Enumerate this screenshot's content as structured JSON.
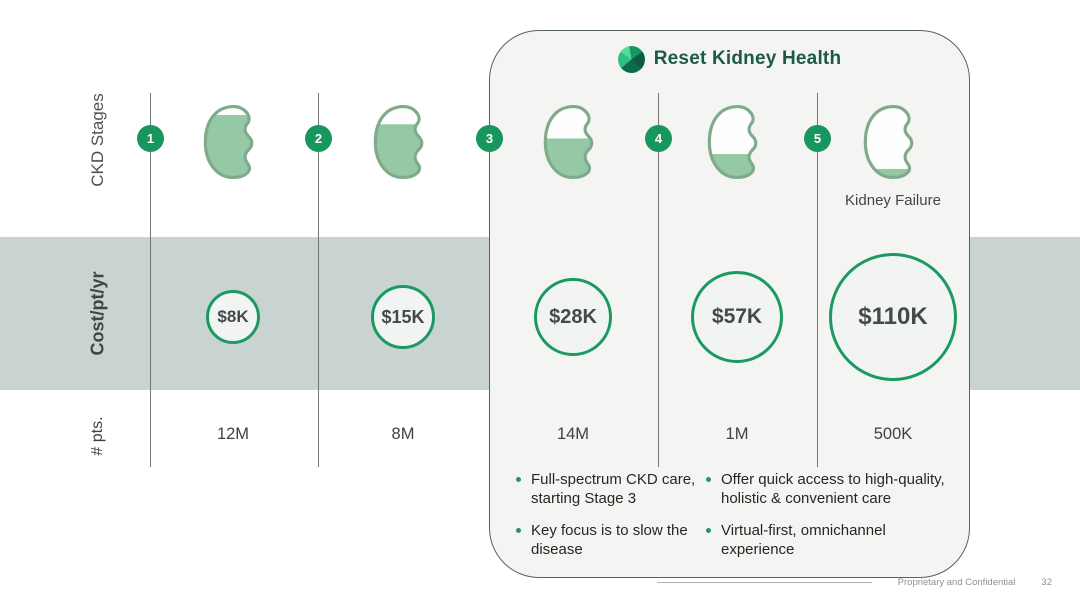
{
  "brand": {
    "name": "Reset Kidney Health"
  },
  "row_labels": {
    "stages": "CKD Stages",
    "cost_per_patient_year": "Cost/pt/yr",
    "num_patients": "# pts."
  },
  "stages": [
    {
      "stage": "1",
      "kidney_fill_percent": 88,
      "cost_per_year": "$8K",
      "patients": "12M"
    },
    {
      "stage": "2",
      "kidney_fill_percent": 75,
      "cost_per_year": "$15K",
      "patients": "8M"
    },
    {
      "stage": "3",
      "kidney_fill_percent": 55,
      "cost_per_year": "$28K",
      "patients": "14M"
    },
    {
      "stage": "4",
      "kidney_fill_percent": 33,
      "cost_per_year": "$57K",
      "patients": "1M"
    },
    {
      "stage": "5",
      "kidney_fill_percent": 12,
      "cost_per_year": "$110K",
      "patients": "500K",
      "label": "Kidney Failure"
    }
  ],
  "panel": {
    "bullets_left": [
      "Full-spectrum CKD care, starting Stage 3",
      "Key focus is to slow the disease"
    ],
    "bullets_right": [
      "Offer quick access to high-quality, holistic & convenient care",
      "Virtual-first, omnichannel experience"
    ]
  },
  "footer": {
    "text": "Proprietary and Confidential",
    "page_number": "32"
  },
  "colors": {
    "accent_green": "#17965d",
    "cost_ring_green": "#1a9a60",
    "kidney_fill": "#95c9a5",
    "kidney_outline": "#80aa8c",
    "band": "#c9d4d2",
    "brand_text": "#1d5948",
    "panel_background": "#f4f5f3"
  }
}
